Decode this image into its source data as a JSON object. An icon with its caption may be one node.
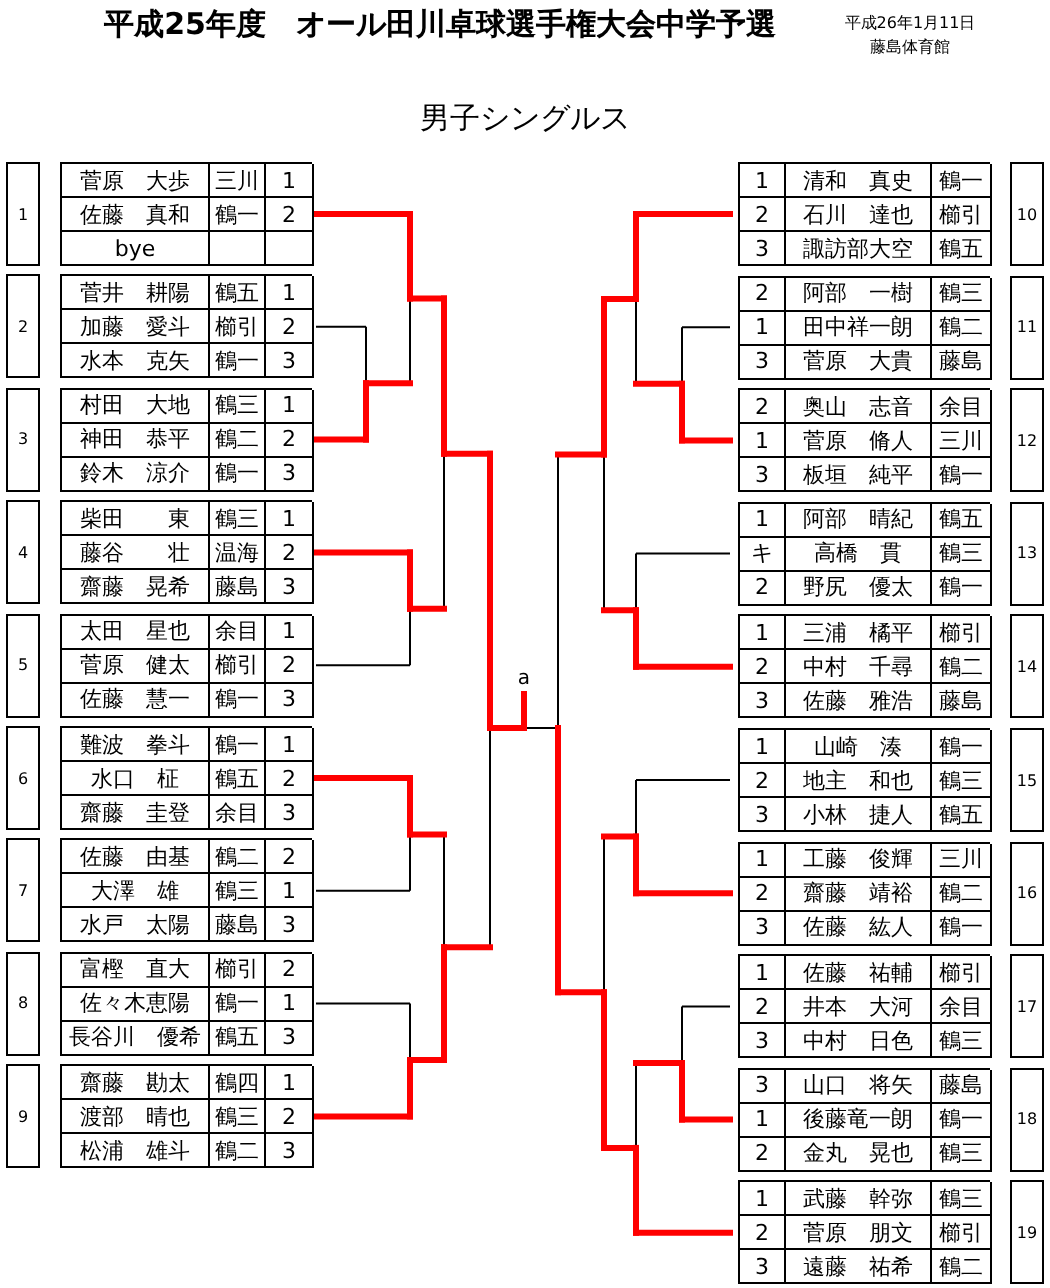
{
  "diagram": {
    "title": "平成25年度　オール田川卓球選手権大会中学予選",
    "nodes": [
      {
        "text": [
          "1"
        ]
      },
      {
        "text": [
          "菅原　大歩",
          "三川",
          "1",
          "佐藤　真和",
          "鶴一",
          "2",
          "bye"
        ]
      },
      {
        "text": [
          "2"
        ]
      },
      {
        "text": [
          "菅井　耕陽",
          "鶴五",
          "1",
          "加藤　愛斗",
          "櫛引",
          "2",
          "水本　克矢",
          "鶴一",
          "3"
        ]
      },
      {
        "text": [
          "3"
        ]
      },
      {
        "text": [
          "村田　大地",
          "鶴三",
          "1",
          "神田　恭平",
          "鶴二",
          "2",
          "鈴木　涼介",
          "鶴一",
          "3"
        ]
      },
      {
        "text": [
          "4"
        ]
      },
      {
        "text": [
          "柴田　　東",
          "鶴三",
          "1",
          "藤谷　　壮",
          "温海",
          "2",
          "齋藤　晃希",
          "藤島",
          "3"
        ]
      },
      {
        "text": [
          "5"
        ]
      },
      {
        "text": [
          "太田　星也",
          "余目",
          "1",
          "菅原　健太",
          "櫛引",
          "2",
          "佐藤　慧一",
          "鶴一",
          "3"
        ]
      },
      {
        "text": [
          "6"
        ]
      },
      {
        "text": [
          "難波　拳斗",
          "鶴一",
          "1",
          "水口　柾",
          "鶴五",
          "2",
          "齋藤　圭登",
          "余目",
          "3"
        ]
      },
      {
        "text": [
          "7"
        ]
      },
      {
        "text": [
          "佐藤　由基",
          "鶴二",
          "2",
          "大澤　雄",
          "鶴三",
          "1",
          "水戸　太陽",
          "藤島",
          "3"
        ]
      },
      {
        "text": [
          "8"
        ]
      },
      {
        "text": [
          "富樫　直大",
          "櫛引",
          "2",
          "佐々木恵陽",
          "鶴一",
          "1",
          "長谷川　優希",
          "鶴五",
          "3"
        ]
      },
      {
        "text": [
          "9"
        ]
      },
      {
        "text": [
          "齋藤　勘太",
          "鶴四",
          "1",
          "渡部　晴也",
          "鶴三",
          "2",
          "松浦　雄斗",
          "鶴二",
          "3"
        ]
      },
      {
        "text": [
          "1",
          "清和　真史",
          "鶴一",
          "2",
          "石川　達也",
          "櫛引",
          "3",
          "諏訪部大空",
          "鶴五"
        ]
      },
      {
        "text": [
          "10"
        ]
      },
      {
        "text": [
          "2",
          "阿部　一樹",
          "鶴三",
          "1",
          "田中祥一朗",
          "鶴二",
          "3",
          "菅原　大貴",
          "藤島"
        ]
      },
      {
        "text": [
          "11"
        ]
      },
      {
        "text": [
          "2",
          "奥山　志音",
          "余目",
          "1",
          "菅原　脩人",
          "三川",
          "3",
          "板垣　純平",
          "鶴一"
        ]
      },
      {
        "text": [
          "12"
        ]
      },
      {
        "text": [
          "1",
          "阿部　晴紀",
          "鶴五",
          "キ",
          "高橋　貫",
          "鶴三",
          "2",
          "野尻　優太",
          "鶴一"
        ]
      },
      {
        "text": [
          "13"
        ]
      },
      {
        "text": [
          "1",
          "三浦　橘平",
          "櫛引",
          "2",
          "中村　千尋",
          "鶴二",
          "3",
          "佐藤　雅浩",
          "藤島"
        ]
      },
      {
        "text": [
          "14"
        ]
      },
      {
        "text": [
          "1",
          "山崎　湊",
          "鶴一",
          "2",
          "地主　和也",
          "鶴三",
          "3",
          "小林　捷人",
          "鶴五"
        ]
      },
      {
        "text": [
          "15"
        ]
      },
      {
        "text": [
          "1",
          "工藤　俊輝",
          "三川",
          "2",
          "齋藤　靖裕",
          "鶴二",
          "3",
          "佐藤　紘人",
          "鶴一"
        ]
      },
      {
        "text": [
          "16"
        ]
      },
      {
        "text": [
          "1",
          "佐藤　祐輔",
          "櫛引",
          "2",
          "井本　大河",
          "余目",
          "3",
          "中村　日色",
          "鶴三"
        ]
      },
      {
        "text": [
          "17"
        ]
      },
      {
        "text": [
          "3",
          "山口　将矢",
          "藤島",
          "1",
          "後藤竜一朗",
          "鶴一",
          "2",
          "金丸　晃也",
          "鶴三"
        ]
      },
      {
        "text": [
          "18"
        ]
      },
      {
        "text": [
          "1",
          "武藤　幹弥",
          "鶴三",
          "2",
          "菅原　朋文",
          "櫛引",
          "3",
          "遠藤　祐希",
          "鶴二"
        ]
      },
      {
        "text": [
          "19"
        ]
      }
    ],
    "labels": [
      "平成26年1月11日",
      "藤島体育館",
      "男子シングルス",
      "a"
    ]
  }
}
